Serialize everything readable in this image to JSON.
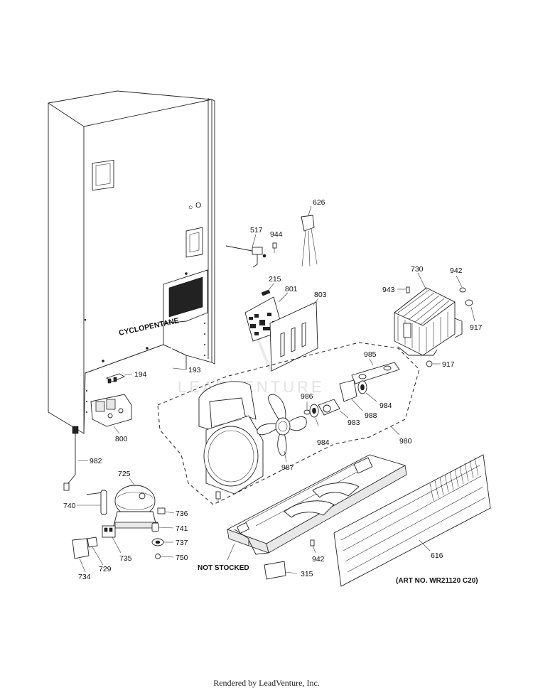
{
  "parts": {
    "p626": "626",
    "p517": "517",
    "p944": "944",
    "p215": "215",
    "p801": "801",
    "p803": "803",
    "p730": "730",
    "p942a": "942",
    "p943": "943",
    "p917a": "917",
    "p917b": "917",
    "p985": "985",
    "p986": "986",
    "p984a": "984",
    "p984b": "984",
    "p988": "988",
    "p983": "983",
    "p980": "980",
    "p987": "987",
    "p194": "194",
    "p193": "193",
    "p800": "800",
    "p982": "982",
    "p725": "725",
    "p740": "740",
    "p736": "736",
    "p741": "741",
    "p737": "737",
    "p750": "750",
    "p735": "735",
    "p729": "729",
    "p734": "734",
    "p942b": "942",
    "p315": "315",
    "p616": "616"
  },
  "labels": {
    "cabinet_text": "CYCLOPENTANE",
    "not_stocked": "NOT STOCKED",
    "art_no": "(ART NO. WR21120 C20)"
  },
  "watermark": "LEADVENTURE",
  "footer": "Rendered by LeadVenture, Inc."
}
